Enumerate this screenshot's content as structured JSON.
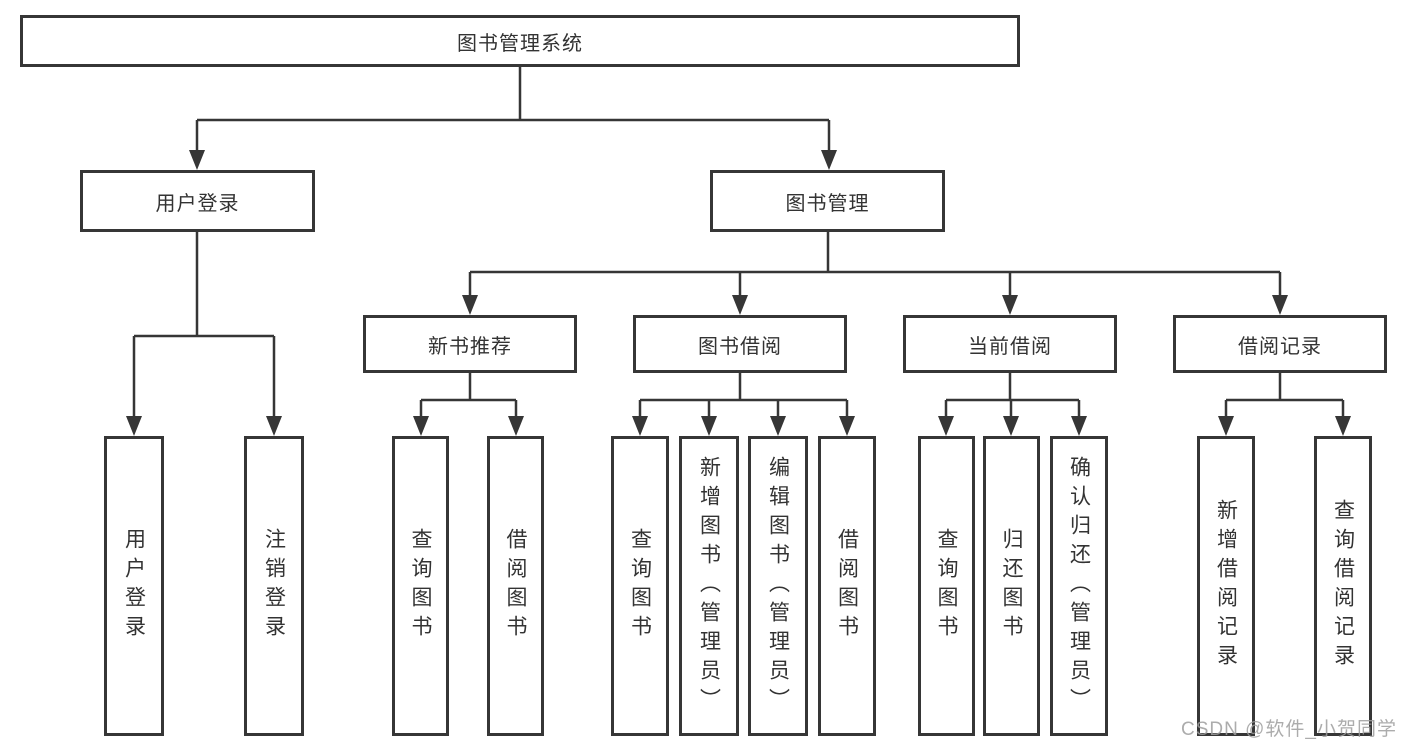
{
  "tree": {
    "root": {
      "label": "图书管理系统",
      "children": [
        {
          "label": "用户登录",
          "children": [
            {
              "label": "用户登录"
            },
            {
              "label": "注销登录"
            }
          ]
        },
        {
          "label": "图书管理",
          "children": [
            {
              "label": "新书推荐",
              "children": [
                {
                  "label": "查询图书"
                },
                {
                  "label": "借阅图书"
                }
              ]
            },
            {
              "label": "图书借阅",
              "children": [
                {
                  "label": "查询图书"
                },
                {
                  "label": "新增图书（管理员）"
                },
                {
                  "label": "编辑图书（管理员）"
                },
                {
                  "label": "借阅图书"
                }
              ]
            },
            {
              "label": "当前借阅",
              "children": [
                {
                  "label": "查询图书"
                },
                {
                  "label": "归还图书"
                },
                {
                  "label": "确认归还（管理员）"
                }
              ]
            },
            {
              "label": "借阅记录",
              "children": [
                {
                  "label": "新增借阅记录"
                },
                {
                  "label": "查询借阅记录"
                }
              ]
            }
          ]
        }
      ]
    }
  },
  "watermark": "CSDN @软件_小贺同学",
  "colors": {
    "line": "#363636",
    "text": "#333333",
    "background": "#ffffff",
    "watermark": "#9e9e9e"
  }
}
